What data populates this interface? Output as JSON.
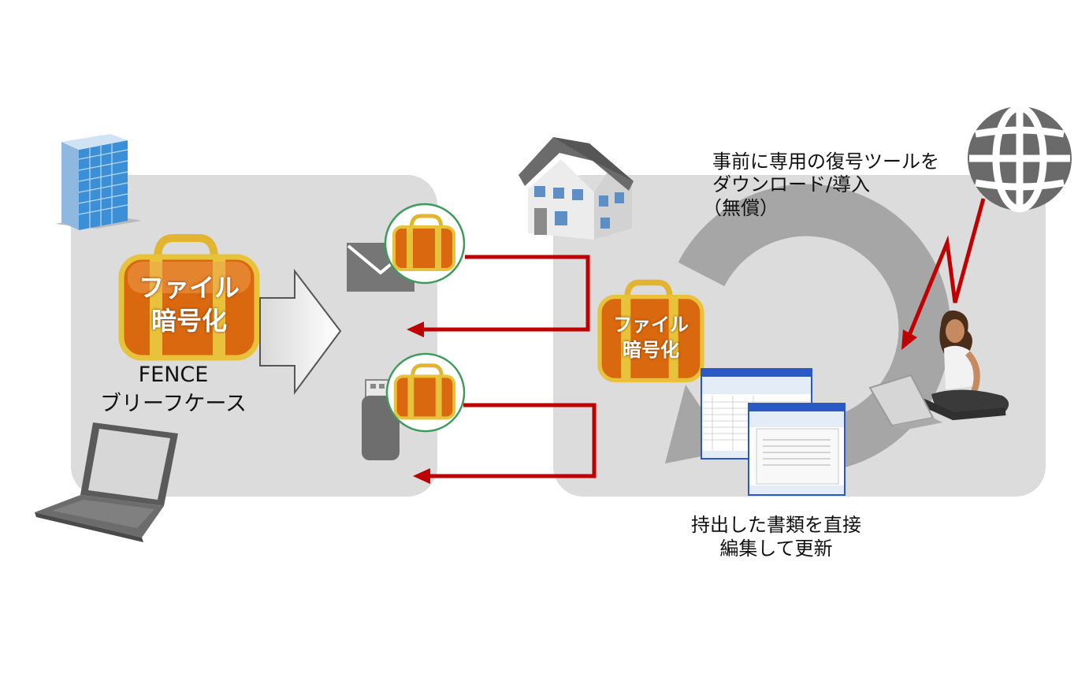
{
  "left": {
    "case_label_line1": "ファイル",
    "case_label_line2": "暗号化",
    "product_line1": "FENCE",
    "product_line2": "ブリーフケース"
  },
  "right": {
    "case_label_line1": "ファイル",
    "case_label_line2": "暗号化",
    "download_note_line1": "事前に専用の復号ツールを",
    "download_note_line2": "ダウンロード/導入",
    "download_note_line3": "（無償）",
    "edit_note_line1": "持出した書類を直接",
    "edit_note_line2": "編集して更新"
  },
  "colors": {
    "panel": "#dcdcdc",
    "arrow_red": "#c00000",
    "case_orange": "#d9680e",
    "case_gold": "#e8c23a",
    "circle_green": "#3c9b5a",
    "building_blue": "#3b8fd6"
  },
  "icons": [
    "office-building-icon",
    "laptop-icon",
    "envelope-icon",
    "usb-drive-icon",
    "house-icon",
    "globe-icon",
    "woman-with-laptop-icon",
    "excel-window-icon",
    "word-window-icon",
    "briefcase-icon"
  ]
}
